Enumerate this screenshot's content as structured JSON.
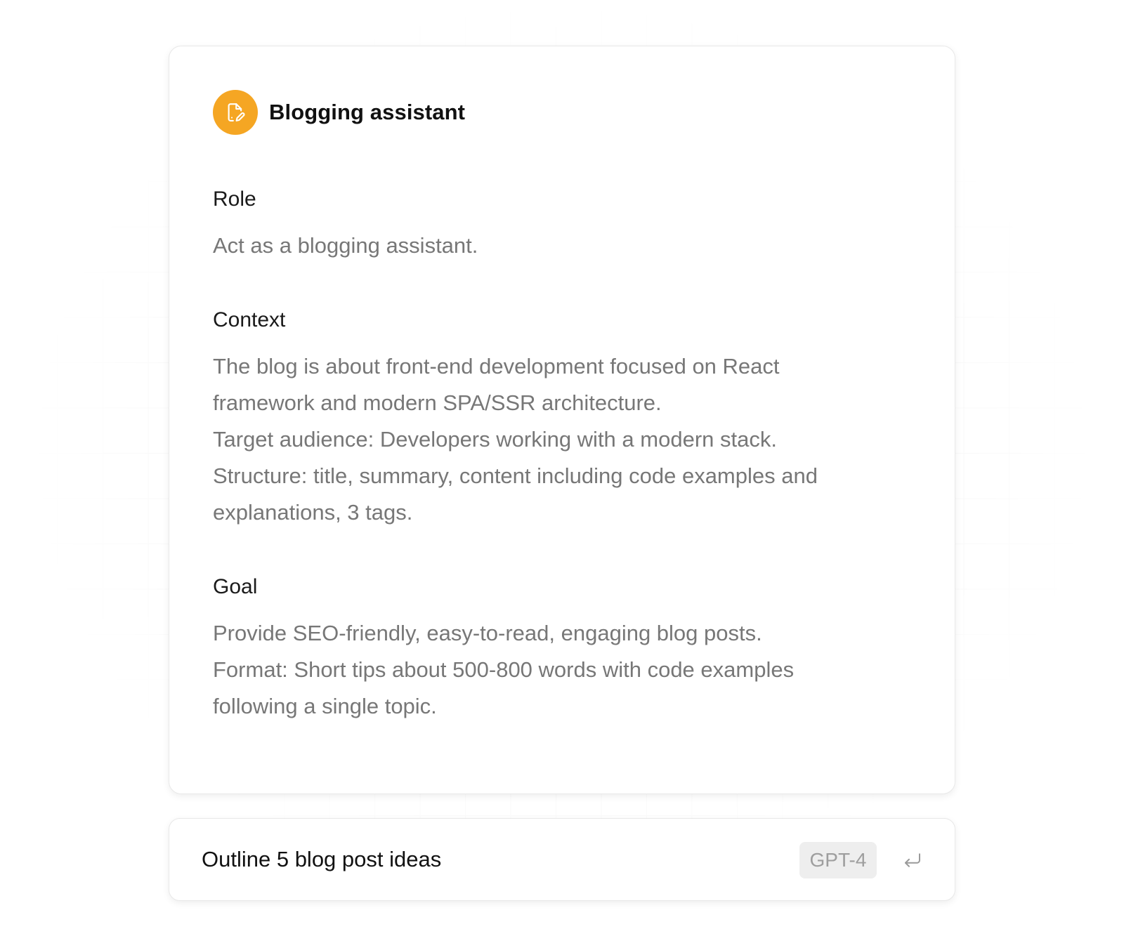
{
  "assistant": {
    "name": "Blogging assistant",
    "icon": "document-edit-icon",
    "accent_color": "#F5A623"
  },
  "sections": [
    {
      "heading": "Role",
      "lines": [
        "Act as a blogging assistant."
      ]
    },
    {
      "heading": "Context",
      "lines": [
        "The blog is about front-end development focused on React",
        "framework and modern SPA/SSR architecture.",
        "Target audience: Developers working with a modern stack.",
        "Structure: title, summary, content including code examples and",
        "explanations, 3 tags."
      ]
    },
    {
      "heading": "Goal",
      "lines": [
        "Provide SEO-friendly, easy-to-read, engaging blog posts.",
        "Format: Short tips about 500-800 words with code examples",
        "following a single topic."
      ]
    }
  ],
  "prompt": {
    "text": "Outline 5 blog post ideas",
    "model": "GPT-4",
    "submit_icon": "enter-return-icon"
  }
}
